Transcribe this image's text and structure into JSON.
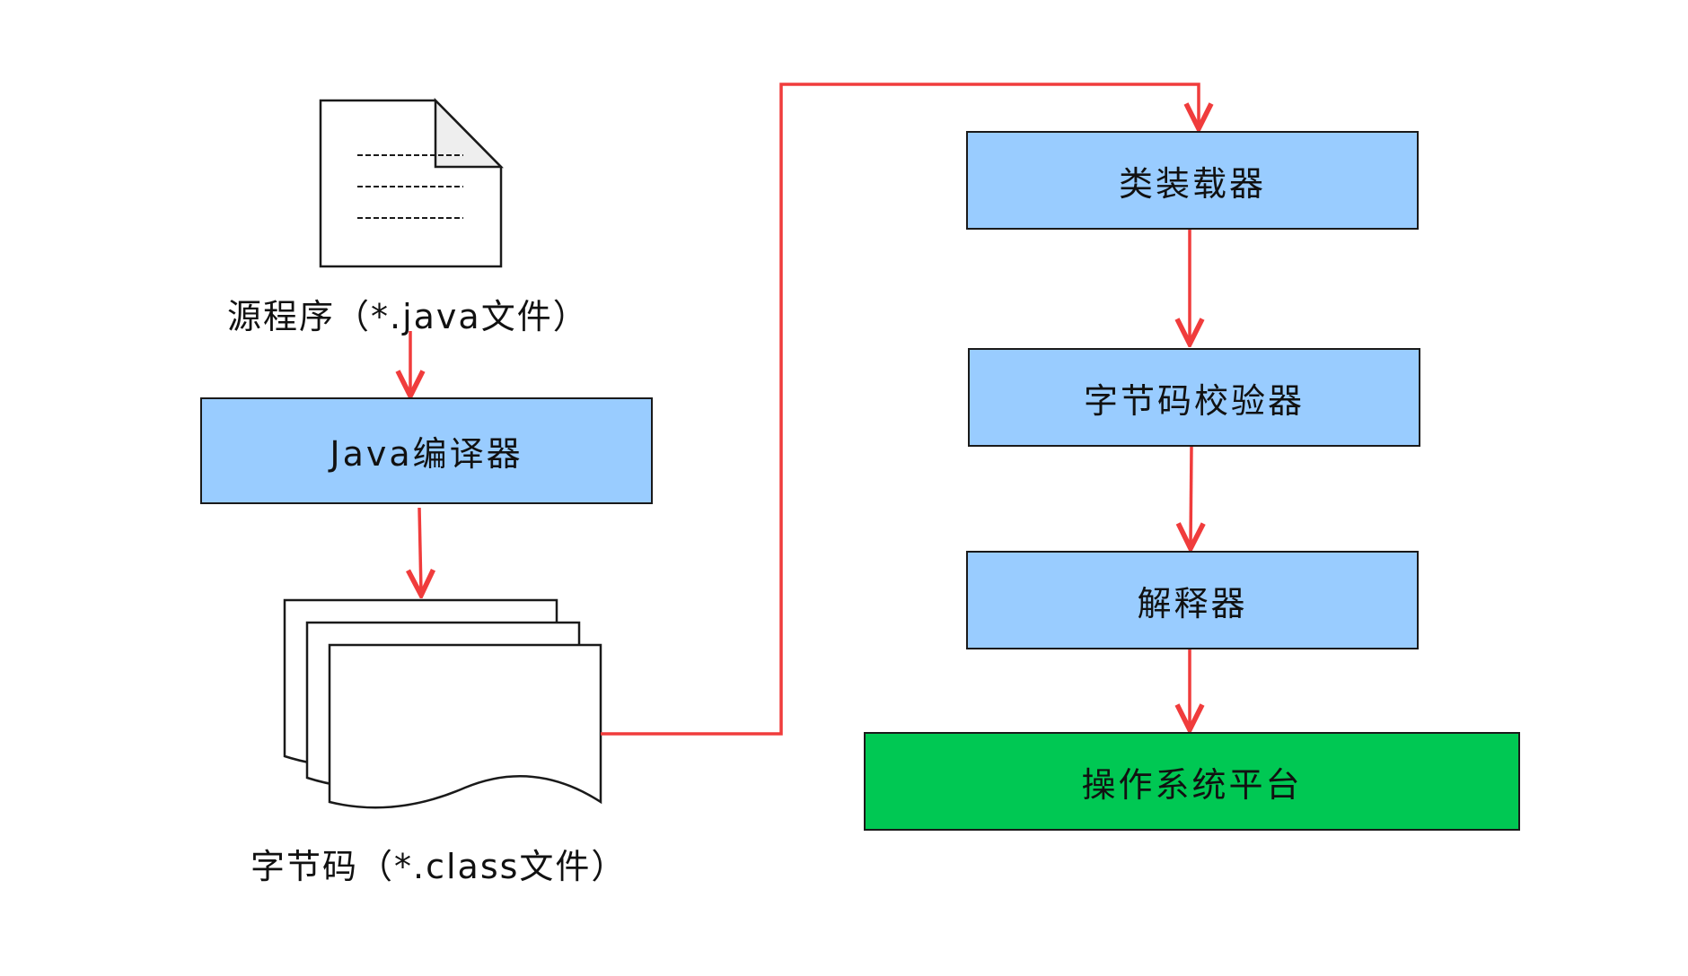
{
  "source_file": {
    "icon": "document-icon",
    "caption": "源程序（*.java文件）"
  },
  "compiler": {
    "label": "Java编译器"
  },
  "bytecode_file": {
    "icon": "multiple-documents-icon",
    "caption": "字节码（*.class文件）"
  },
  "pipeline": [
    {
      "label": "类装载器"
    },
    {
      "label": "字节码校验器"
    },
    {
      "label": "解释器"
    },
    {
      "label": "操作系统平台"
    }
  ],
  "colors": {
    "process_fill": "#99ccff",
    "platform_fill": "#00c853",
    "arrow": "#f03c3c",
    "stroke": "#1a1a1a",
    "document_fold": "#eeeeee"
  }
}
